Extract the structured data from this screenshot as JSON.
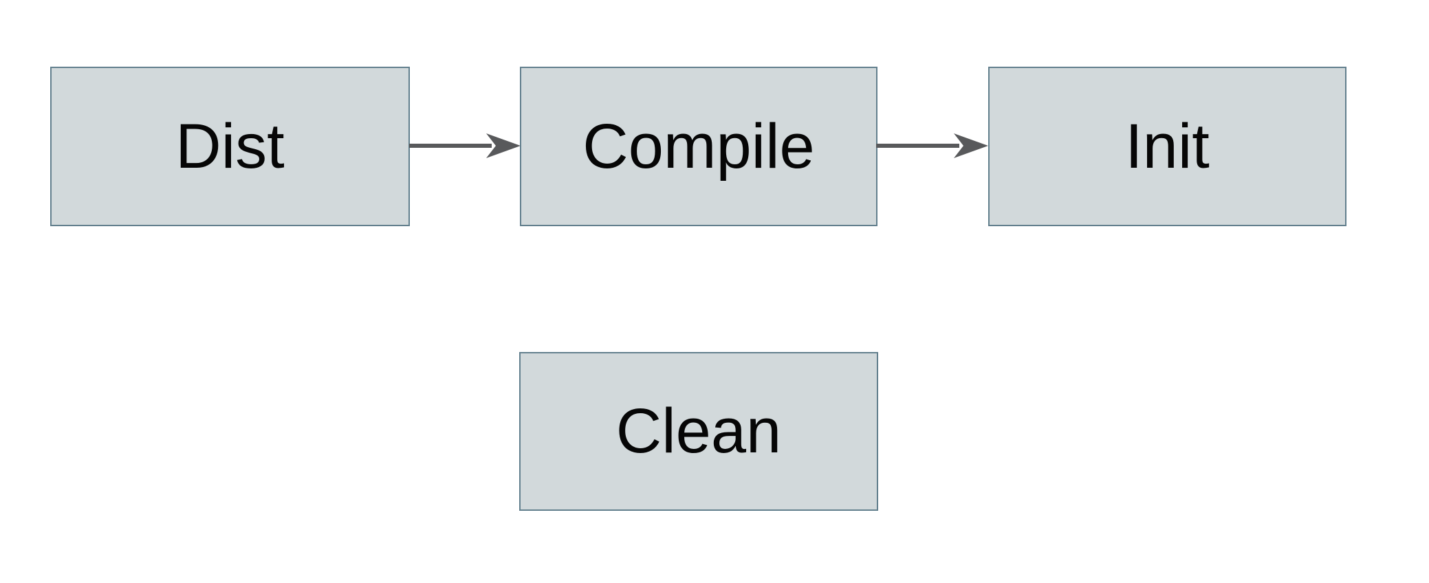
{
  "diagram": {
    "title": "build-targets-flowchart",
    "colors": {
      "background": "#ffffff",
      "node_fill": "#d2d9db",
      "node_border": "#627f8d",
      "arrow": "#58595b",
      "text": "#060606"
    },
    "nodes": [
      {
        "id": "dist",
        "label": "Dist"
      },
      {
        "id": "compile",
        "label": "Compile"
      },
      {
        "id": "init",
        "label": "Init"
      },
      {
        "id": "clean",
        "label": "Clean"
      }
    ],
    "edges": [
      {
        "from": "Dist",
        "to": "Compile",
        "direction": "right"
      },
      {
        "from": "Compile",
        "to": "Init",
        "direction": "right"
      }
    ]
  }
}
